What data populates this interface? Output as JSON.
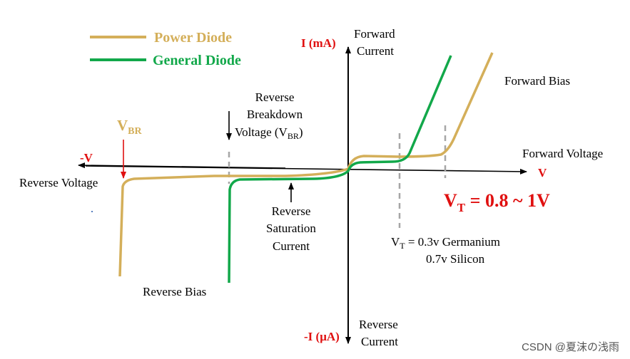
{
  "colors": {
    "power": "#D4AF5A",
    "general": "#12A84A",
    "axis": "#000000",
    "red": "#E01010",
    "dash": "#A6A6A6",
    "watermark": "#555555"
  },
  "legend": {
    "power": "Power Diode",
    "general": "General Diode"
  },
  "labels": {
    "y_pos": "I (mA)",
    "y_pos_desc_1": "Forward",
    "y_pos_desc_2": "Current",
    "y_neg": "-I (μA)",
    "y_neg_desc_1": "Reverse",
    "y_neg_desc_2": "Current",
    "x_pos": "V",
    "x_pos_desc": "Forward Voltage",
    "x_neg": "-V",
    "x_neg_desc": "Reverse Voltage",
    "vbr_main": "V",
    "vbr_sub": "BR",
    "breakdown_1": "Reverse",
    "breakdown_2": "Breakdown",
    "breakdown_3_main": "Voltage (V",
    "breakdown_3_sub": "BR",
    "breakdown_3_end": ")",
    "saturation_1": "Reverse",
    "saturation_2": "Saturation",
    "saturation_3": "Current",
    "forward_bias": "Forward Bias",
    "reverse_bias": "Reverse Bias",
    "vt_big_main": "V",
    "vt_big_sub": "T",
    "vt_big_rest": " = 0.8 ~ 1V",
    "vt_small_main": "V",
    "vt_small_sub": "T",
    "vt_small_rest": " = 0.3v Germanium",
    "vt_small_2": "0.7v Silicon",
    "watermark": "CSDN @夏沫の浅雨"
  }
}
